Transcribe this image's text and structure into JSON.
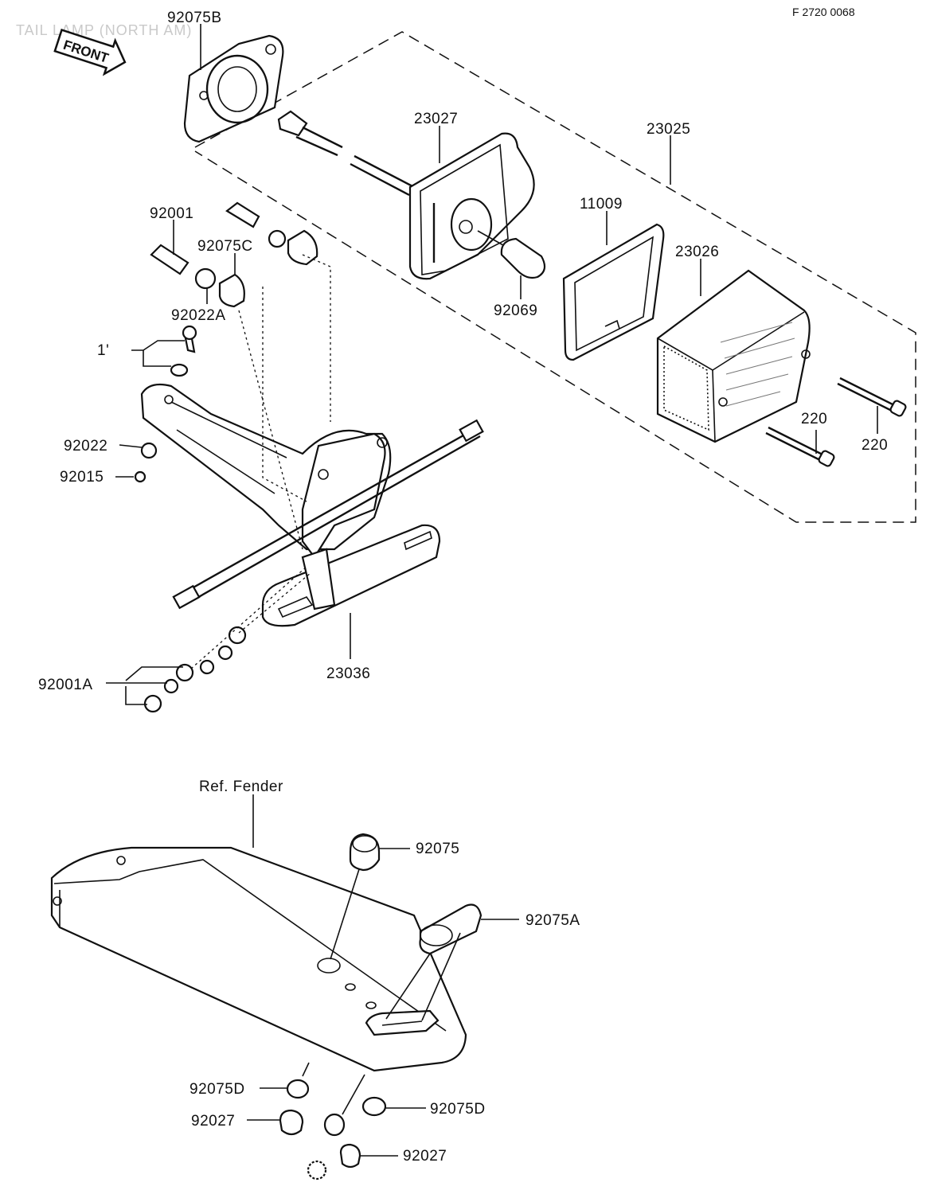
{
  "header": {
    "faint_title": "TAIL LAMP (NORTH AM)",
    "ref_code": "F 2720 0068",
    "front_label": "FRONT"
  },
  "callouts": {
    "c92075B": "92075B",
    "c23027": "23027",
    "c23025": "23025",
    "c92001": "92001",
    "c92075C": "92075C",
    "c11009": "11009",
    "c23026": "23026",
    "c92022A": "92022A",
    "c92069": "92069",
    "c1x": "1'",
    "c92022": "92022",
    "c92015": "92015",
    "c220a": "220",
    "c220b": "220",
    "c23036": "23036",
    "c92001A": "92001A",
    "ref_fender": "Ref. Fender",
    "c92075": "92075",
    "c92075A": "92075A",
    "c92075D_left": "92075D",
    "c92075D_right": "92075D",
    "c92027_left": "92027",
    "c92027_right": "92027"
  }
}
